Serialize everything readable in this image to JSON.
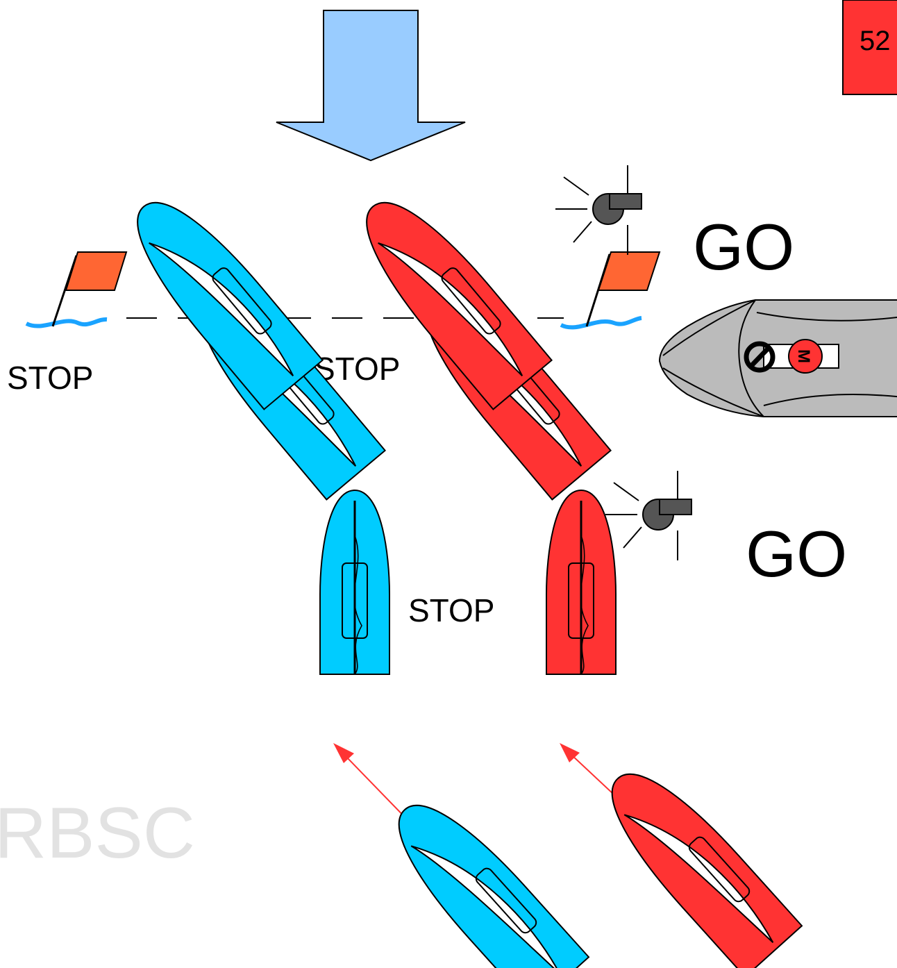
{
  "page_number": "52",
  "watermark": "RBSC",
  "labels": {
    "stop_left": "STOP",
    "stop_mid": "STOP",
    "stop_lower": "STOP",
    "go_upper": "GO",
    "go_lower": "GO"
  },
  "committee_boat_flag": "M",
  "colors": {
    "blue_boat": "#00ccff",
    "red_boat": "#ff3333",
    "wind_arrow": "#99ccff",
    "flag": "#ff6633",
    "water": "#1aa3ff",
    "page_badge": "#ff3333",
    "committee_boat": "#bbbbbb"
  },
  "icons": [
    "wind-arrow-icon",
    "whistle-icon",
    "flag-icon",
    "no-entry-icon",
    "course-arrow-icon"
  ]
}
